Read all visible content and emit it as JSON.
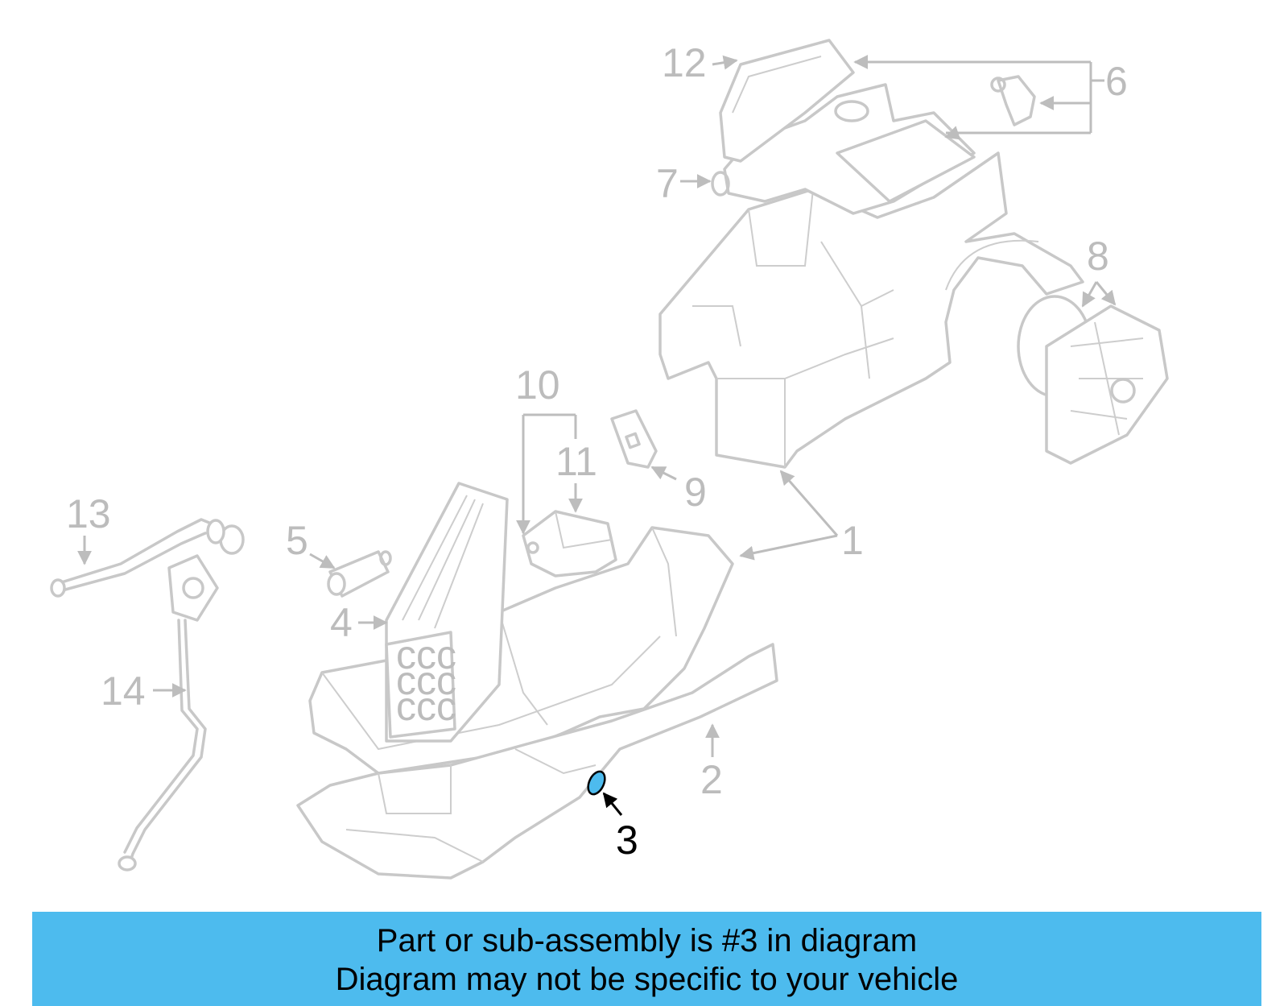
{
  "diagram": {
    "callouts": [
      "1",
      "2",
      "3",
      "4",
      "5",
      "6",
      "7",
      "8",
      "9",
      "10",
      "11",
      "12",
      "13",
      "14"
    ],
    "highlighted_callout": "3",
    "colors": {
      "highlight": "#4dbbee",
      "parts": "#c8c8c8",
      "labels": "#bcbcbc"
    }
  },
  "banner": {
    "line1": "Part or sub-assembly is #3 in diagram",
    "line2": "Diagram may not be specific to your vehicle"
  }
}
